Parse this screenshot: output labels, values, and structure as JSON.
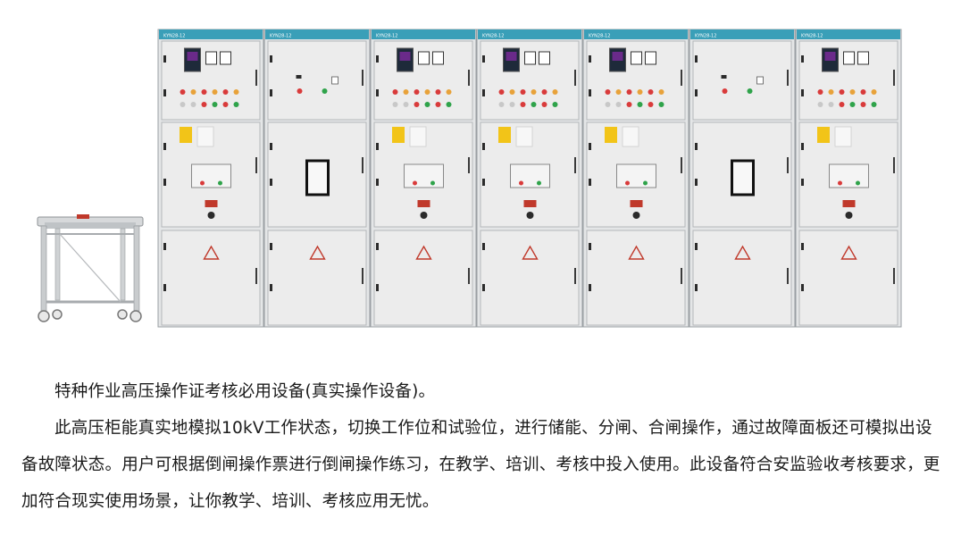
{
  "cabinets": [
    {
      "tag": "KYN28-12",
      "type": "meter"
    },
    {
      "tag": "KYN28-12",
      "type": "window"
    },
    {
      "tag": "KYN28-12",
      "type": "meter"
    },
    {
      "tag": "KYN28-12",
      "type": "meter"
    },
    {
      "tag": "KYN28-12",
      "type": "meter"
    },
    {
      "tag": "KYN28-12",
      "type": "window"
    },
    {
      "tag": "KYN28-12",
      "type": "meter"
    }
  ],
  "text": {
    "paragraph_1": "特种作业高压操作证考核必用设备(真实操作设备)。",
    "paragraph_2": "此高压柜能真实地模拟10kV工作状态，切换工作位和试验位，进行储能、分闸、合闸操作，通过故障面板还可模拟出设备故障状态。用户可根据倒闸操作票进行倒闸操作练习，在教学、培训、考核中投入使用。此设备符合安监验收考核要求，更加符合现实使用场景，让你教学、培训、考核应用无忧。"
  }
}
